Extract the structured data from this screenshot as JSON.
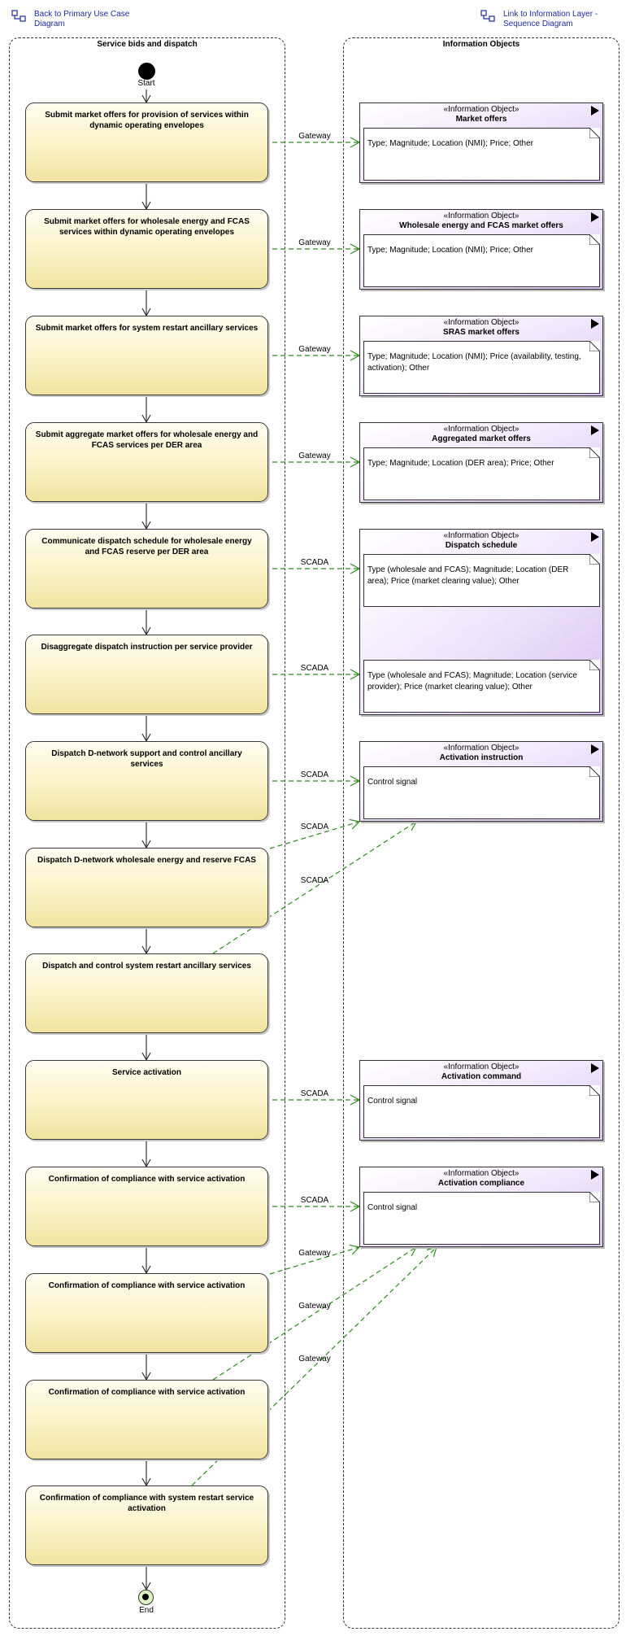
{
  "nav": {
    "back_label": "Back to Primary Use Case Diagram",
    "link_label": "Link to Information Layer - Sequence Diagram"
  },
  "lanes": {
    "left_title": "Service bids and dispatch",
    "right_title": "Information Objects"
  },
  "start_label": "Start",
  "end_label": "End",
  "stereotype": "«Information Object»",
  "actions": [
    "Submit market offers for provision of services within dynamic operating envelopes",
    "Submit market offers for wholesale energy and FCAS services within dynamic operating envelopes",
    "Submit market offers for system restart ancillary services",
    "Submit aggregate market offers for wholesale energy and FCAS services per DER area",
    "Communicate dispatch schedule for wholesale energy and FCAS reserve per DER area",
    "Disaggregate dispatch instruction per service provider",
    "Dispatch D-network support and control ancillary services",
    "Dispatch D-network wholesale energy and reserve FCAS",
    "Dispatch and control system restart ancillary services",
    "Service activation",
    "Confirmation of compliance with service activation",
    "Confirmation of compliance with service activation",
    "Confirmation of compliance with service activation",
    "Confirmation of compliance with system restart service activation"
  ],
  "info_objects": [
    {
      "name": "Market offers",
      "notes": [
        "Type; Magnitude; Location (NMI); Price; Other"
      ]
    },
    {
      "name": "Wholesale energy and FCAS market offers",
      "notes": [
        "Type; Magnitude; Location (NMI); Price; Other"
      ]
    },
    {
      "name": "SRAS market offers",
      "notes": [
        "Type; Magnitude; Location (NMI); Price (availability, testing, activation); Other"
      ]
    },
    {
      "name": "Aggregated market offers",
      "notes": [
        "Type; Magnitude; Location (DER area); Price; Other"
      ]
    },
    {
      "name": "Dispatch schedule",
      "notes": [
        "Type (wholesale and FCAS); Magnitude; Location (DER area); Price (market clearing value); Other",
        "Type (wholesale and FCAS); Magnitude; Location (service provider); Price (market clearing value); Other"
      ]
    },
    {
      "name": "Activation instruction",
      "notes": [
        "Control signal"
      ]
    },
    {
      "name": "Activation command",
      "notes": [
        "Control signal"
      ]
    },
    {
      "name": "Activation compliance",
      "notes": [
        "Control signal"
      ]
    }
  ],
  "flow_labels": [
    "Gateway",
    "Gateway",
    "Gateway",
    "Gateway",
    "SCADA",
    "SCADA",
    "SCADA",
    "SCADA",
    "SCADA",
    "SCADA",
    "SCADA",
    "Gateway",
    "Gateway",
    "Gateway"
  ]
}
